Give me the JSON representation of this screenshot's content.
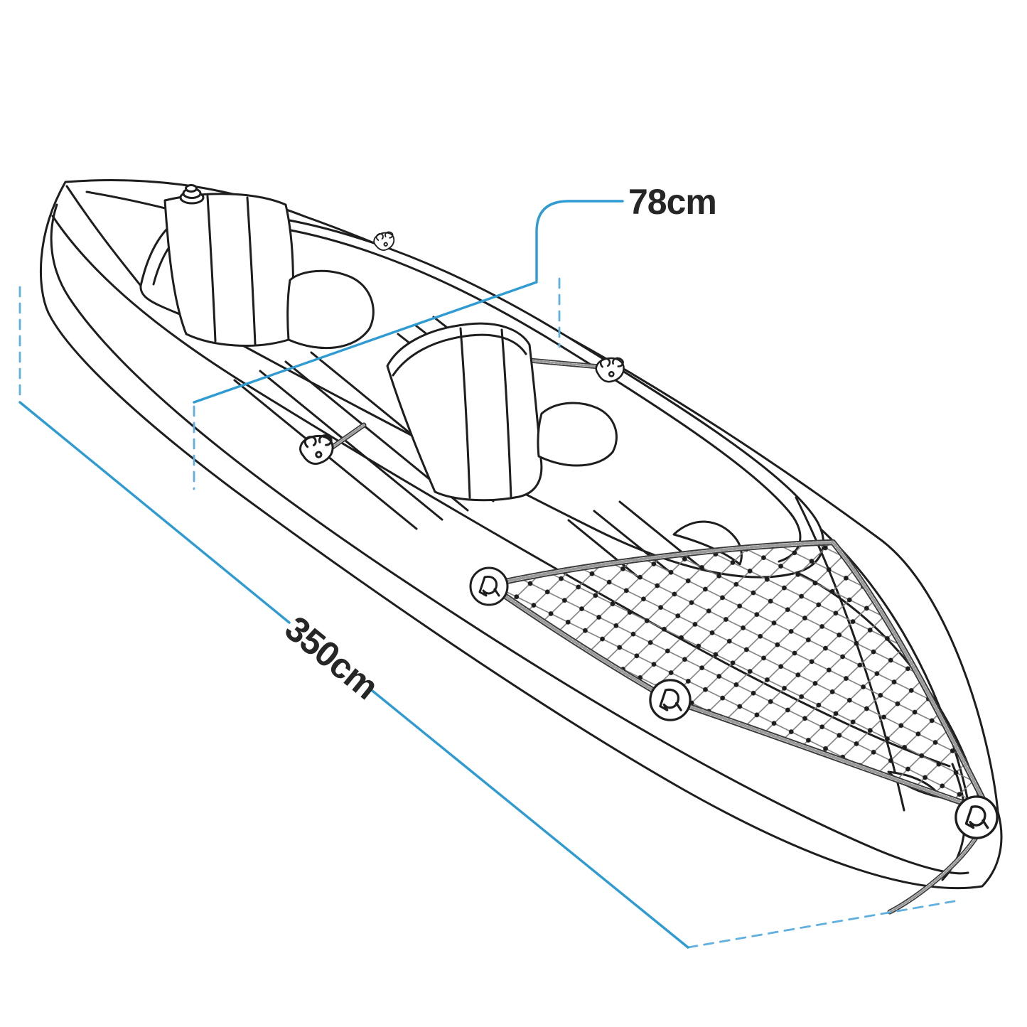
{
  "diagram": {
    "subject": "inflatable-tandem-kayak-dimension-diagram",
    "background": "#ffffff",
    "dimensions": {
      "width": {
        "label": "78cm"
      },
      "length": {
        "label": "350cm"
      }
    },
    "colors": {
      "line_art": "#1e1e1e",
      "rope_outline": "#3a3a3a",
      "rope_core": "#ffffff",
      "rope_braid": "#9a9a9a",
      "net_mesh": "#7d7d7d",
      "net_dot": "#1c1c1c",
      "dimension_solid": "#2f9bd3",
      "dimension_dashed": "#5fb0df",
      "label_text": "#262626"
    }
  }
}
